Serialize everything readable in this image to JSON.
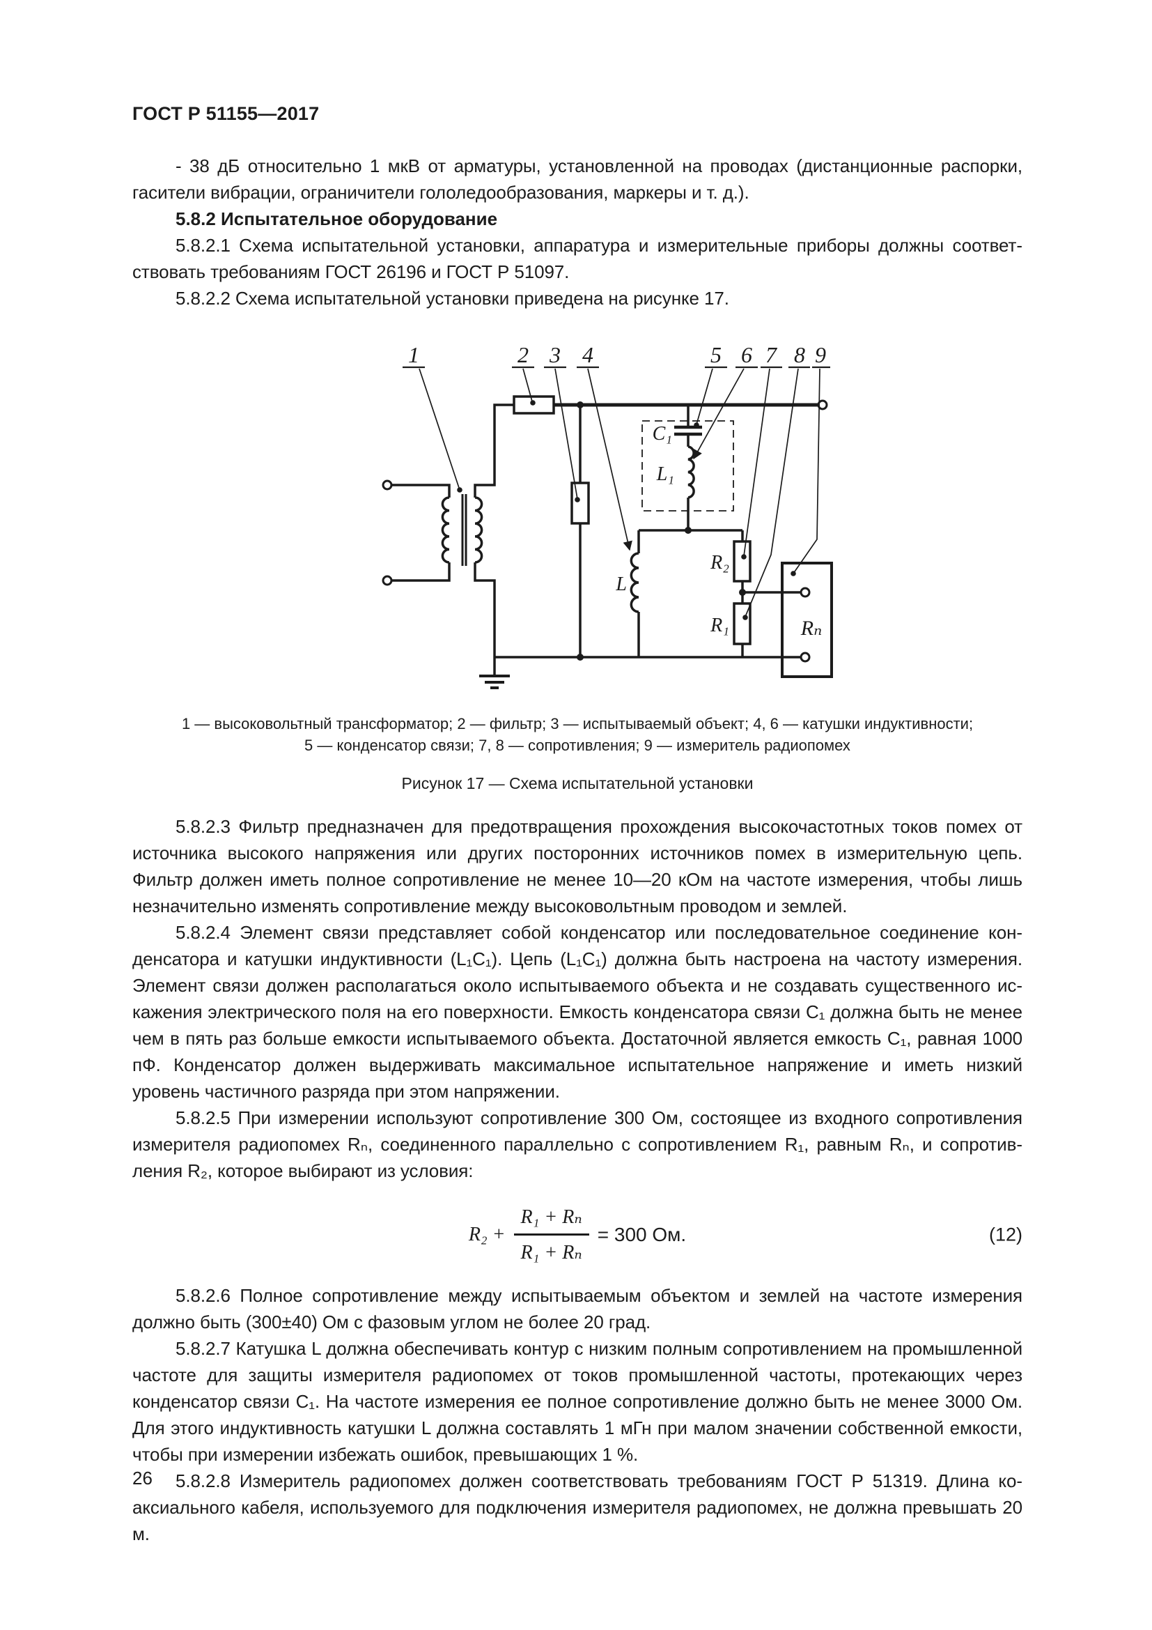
{
  "page": {
    "header": "ГОСТ Р 51155—2017",
    "page_number": "26"
  },
  "paragraphs": {
    "intro": "- 38 дБ относительно 1 мкВ от арматуры, установленной на проводах (дистанционные распорки, гасители вибрации, ограничители гололедообразования, маркеры и т. д.).",
    "heading_582": "5.8.2 Испытательное оборудование",
    "p5821": "5.8.2.1 Схема испытательной установки, аппаратура и измерительные приборы должны соответ­ствовать требованиям ГОСТ 26196 и ГОСТ Р 51097.",
    "p5822": "5.8.2.2 Схема испытательной установки приведена на рисунке 17.",
    "p5823": "5.8.2.3 Фильтр предназначен для предотвращения прохождения высокочастотных токов помех от источника высокого напряжения или других посторонних источников помех в измерительную цепь. Фильтр должен иметь полное сопротивление не менее 10—20 кОм на частоте измерения, чтобы лишь незначительно изменять сопротивление между высоковольтным проводом и землей.",
    "p5824": "5.8.2.4 Элемент связи представляет собой конденсатор или последовательное соединение кон­денсатора и катушки индуктивности (L₁C₁). Цепь (L₁C₁) должна быть настроена на частоту измерения. Элемент связи должен располагаться около испытываемого объекта и не создавать существенного ис­кажения электрического поля на его поверхности. Емкость конденсатора связи C₁ должна быть не ме­нее чем в пять раз больше емкости испытываемого объекта. Достаточной является емкость C₁, равная 1000 пФ. Конденсатор должен выдерживать максимальное испытательное напряжение и иметь низкий уровень частичного разряда при этом напряжении.",
    "p5825": "5.8.2.5 При измерении используют сопротивление 300 Ом, состоящее из входного сопротивления измерителя радиопомех Rₙ, соединенного параллельно с сопротивлением R₁, равным Rₙ, и сопротив­ления R₂, которое выбирают из условия:",
    "p5826": "5.8.2.6 Полное сопротивление между испытываемым объектом и землей на частоте измерения должно быть (300±40) Ом с фазовым углом не более 20 град.",
    "p5827": "5.8.2.7 Катушка L должна обеспечивать контур с низким полным сопротивлением на промышлен­ной частоте для защиты измерителя радиопомех от токов промышленной частоты, протекающих через конденсатор связи C₁. На частоте измерения ее полное сопротивление должно быть не менее 3000 Ом. Для этого индуктивность катушки L должна составлять 1 мГн при малом значении собственной емкости, чтобы при измерении избежать ошибок, превышающих 1 %.",
    "p5828": "5.8.2.8 Измеритель радиопомех должен соответствовать требованиям ГОСТ Р 51319. Длина ко­аксиального кабеля, используемого для подключения измерителя радиопомех, не должна превышать 20 м."
  },
  "figure": {
    "callouts": [
      "1",
      "2",
      "3",
      "4",
      "5",
      "6",
      "7",
      "8",
      "9"
    ],
    "labels": {
      "c1": "C₁",
      "l1": "L₁",
      "l": "L",
      "r2": "R₂",
      "r1": "R₁",
      "rn": "Rₙ"
    },
    "caption_line1": "1 — высоковольтный трансформатор; 2 — фильтр; 3 — испытываемый объект; 4, 6 — катушки индуктивности;",
    "caption_line2": "5 — конденсатор связи; 7, 8 — сопротивления; 9 — измеритель радиопомех",
    "title": "Рисунок 17 — Схема испытательной установки"
  },
  "formula": {
    "lhs": "R₂ +",
    "numerator": "R₁ + Rₙ",
    "denominator": "R₁ + Rₙ",
    "rhs": "= 300 Ом.",
    "number": "(12)"
  }
}
